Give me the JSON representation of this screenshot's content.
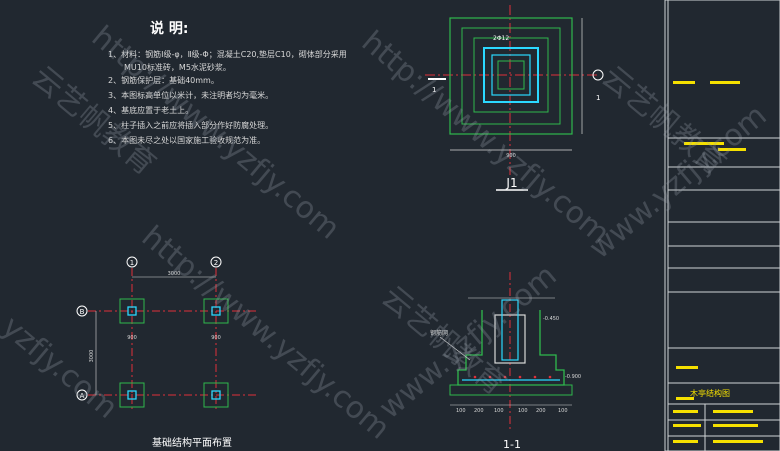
{
  "notes": {
    "title": "说  明:",
    "items": [
      "1、材料：钢筋Ⅰ级-φ，Ⅱ级-Φ；混凝土C20,垫层C10，砌体部分采用",
      "MU10标准砖，M5水泥砂浆。",
      "2、钢筋保护层：基础40mm。",
      "3、本图标高单位以米计，未注明者均为毫米。",
      "4、基底应置于老土上。",
      "5、柱子插入之前应将插入部分作好防腐处理。",
      "6、本图未尽之处以国家施工验收规范为准。"
    ]
  },
  "plan": {
    "title": "基础结构平面布置",
    "axis_x": [
      "1",
      "2"
    ],
    "axis_y": [
      "B",
      "A"
    ],
    "dim_span_x": "3000",
    "dim_span_y": "3000",
    "pad_dim": "900"
  },
  "j1": {
    "title": "J1",
    "label": "2Φ12",
    "section_mark": "1",
    "dim_bottom": "900"
  },
  "section": {
    "title": "1-1",
    "elev_top": "-0.450",
    "elev_bottom": "-0.900",
    "rebar_label": "钢筋网",
    "dims_bottom": [
      "100",
      "200",
      "100",
      "100",
      "200",
      "100"
    ]
  },
  "titleblock": {
    "drawing_name": "木亭结构图"
  },
  "watermark": {
    "texts": [
      "http://www.yzfjy.com",
      "云艺帆教育",
      "www.yzfjy.com",
      "yzfjy.com"
    ]
  },
  "colors": {
    "background": "#212830",
    "concrete": "#2fb84d",
    "rebar": "#2bd8ff",
    "axis": "#e0303a",
    "dim": "#d8d8d8",
    "label": "#f5e000"
  }
}
